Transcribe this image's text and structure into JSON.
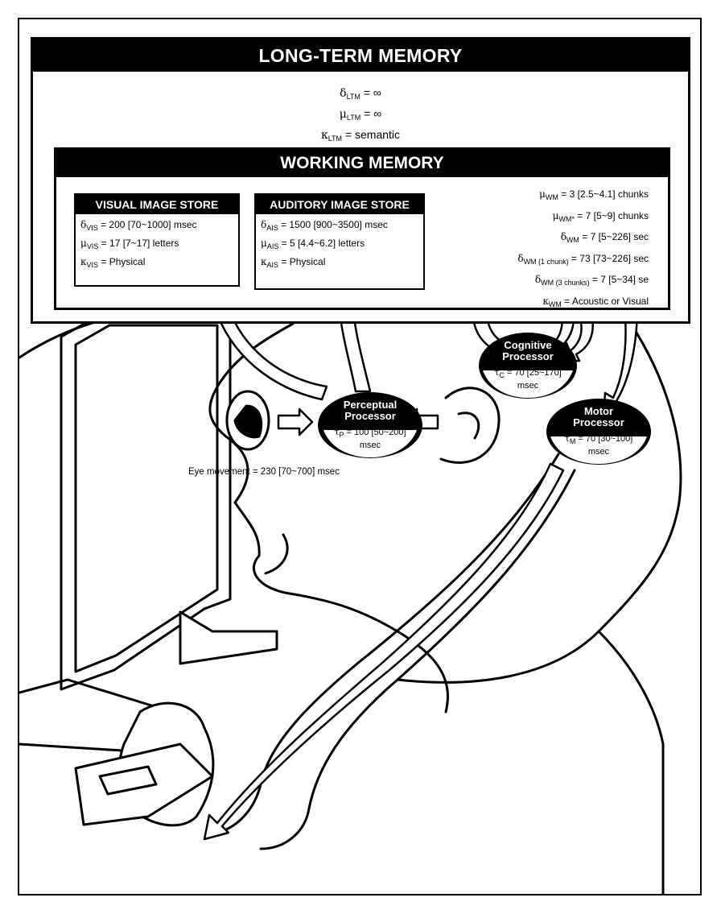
{
  "long_term_memory": {
    "title": "LONG-TERM MEMORY",
    "decay": {
      "symbol": "δ",
      "sub": "LTM",
      "value": "= ∞"
    },
    "capacity": {
      "symbol": "μ",
      "sub": "LTM",
      "value": "= ∞"
    },
    "code": {
      "symbol": "κ",
      "sub": "LTM",
      "value": "= semantic"
    }
  },
  "working_memory": {
    "title": "WORKING MEMORY",
    "params": [
      {
        "symbol": "μ",
        "sub": "WM",
        "value": "=   3  [2.5~4.1]  chunks"
      },
      {
        "symbol": "μ",
        "sub": "WM*",
        "value": "=   7  [5~9]  chunks"
      },
      {
        "symbol": "δ",
        "sub": "WM",
        "value": "=   7  [5~226]  sec"
      },
      {
        "symbol": "δ",
        "sub": "WM (1 chunk)",
        "value": "=  73  [73~226]  sec"
      },
      {
        "symbol": "δ",
        "sub": "WM (3 chunks)",
        "value": "=   7  [5~34]  se"
      },
      {
        "symbol": "κ",
        "sub": "WM",
        "value": "=  Acoustic or Visual"
      }
    ]
  },
  "visual_store": {
    "title": "VISUAL IMAGE STORE",
    "params": [
      {
        "symbol": "δ",
        "sub": "VIS",
        "value": "= 200 [70~1000]  msec"
      },
      {
        "symbol": "μ",
        "sub": "VIS",
        "value": "= 17  [7~17]  letters"
      },
      {
        "symbol": "κ",
        "sub": "VIS",
        "value": "=  Physical"
      }
    ]
  },
  "auditory_store": {
    "title": "AUDITORY IMAGE STORE",
    "params": [
      {
        "symbol": "δ",
        "sub": "AIS",
        "value": "= 1500  [900~3500]  msec"
      },
      {
        "symbol": "μ",
        "sub": "AIS",
        "value": "=  5  [4.4~6.2]  letters"
      },
      {
        "symbol": "κ",
        "sub": "AIS",
        "value": "=  Physical"
      }
    ]
  },
  "perceptual_processor": {
    "name": "Perceptual Processor",
    "symbol": "τ",
    "sub": "P",
    "value": "= 100 [50~200]",
    "unit": "msec"
  },
  "cognitive_processor": {
    "name": "Cognitive Processor",
    "symbol": "τ",
    "sub": "C",
    "value": "= 70  [25~170]",
    "unit": "msec"
  },
  "motor_processor": {
    "name": "Motor Processor",
    "symbol": "τ",
    "sub": "M",
    "value": "= 70  [30~100]",
    "unit": "msec"
  },
  "eye_movement": {
    "label": "Eye movement =  230  [70~700]  msec"
  },
  "colors": {
    "ink": "#000000",
    "paper": "#ffffff"
  }
}
